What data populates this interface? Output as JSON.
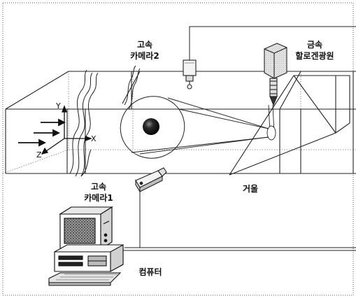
{
  "labels": {
    "camera2_line1": "고속",
    "camera2_line2": "카메라2",
    "halogen_line1": "금속",
    "halogen_line2": "할로겐광원",
    "camera1_line1": "고속",
    "camera1_line2": "카메라1",
    "mirror": "거울",
    "computer": "컴퓨터"
  },
  "axes": {
    "x": "X",
    "y": "Y",
    "z": "Z"
  }
}
